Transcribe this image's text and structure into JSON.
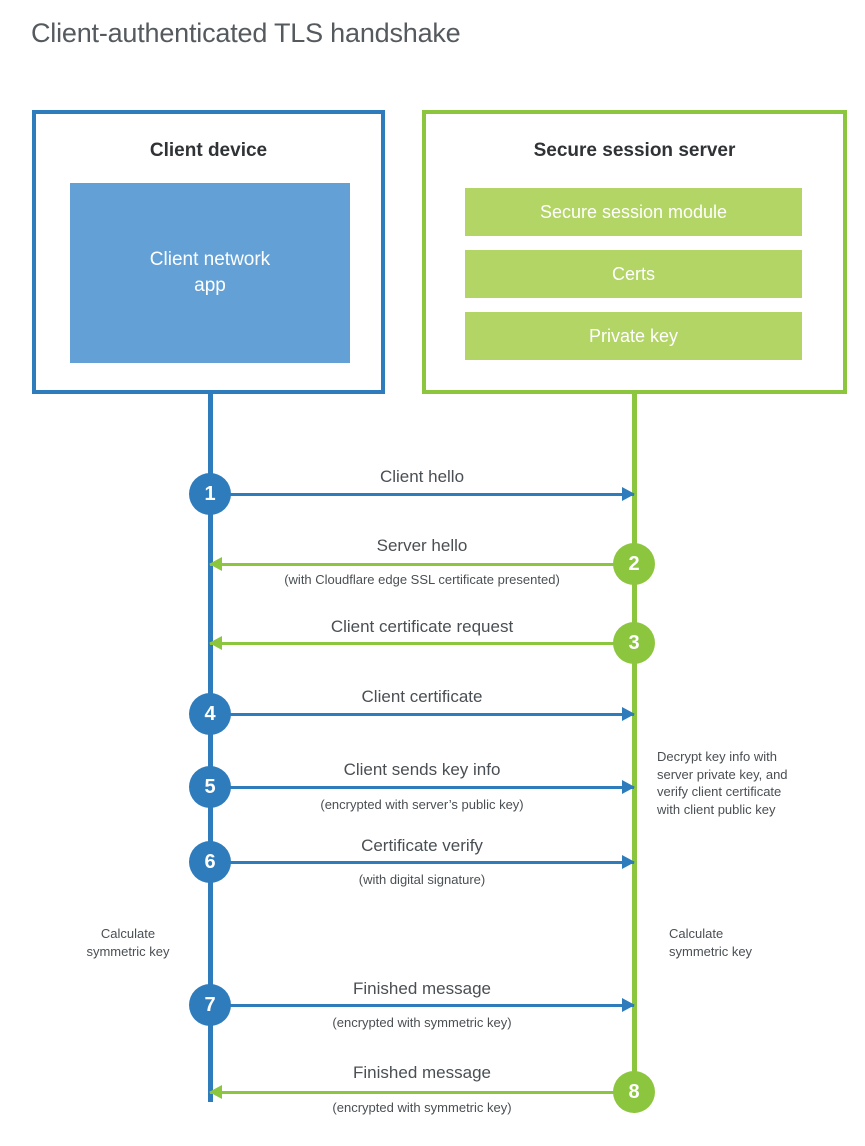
{
  "title": "Client-authenticated TLS handshake",
  "colors": {
    "client_blue": "#2f7cbd",
    "client_app_fill": "#62a0d6",
    "server_green": "#8cc63f",
    "server_bar_fill": "#b3d566",
    "text": "#4a4f53",
    "heading": "#2f3336",
    "title": "#555a5f"
  },
  "client_box": {
    "title": "Client device",
    "app_label": "Client network\napp",
    "app_label_line1": "Client network",
    "app_label_line2": "app"
  },
  "server_box": {
    "title": "Secure session server",
    "items": [
      {
        "label": "Secure session module"
      },
      {
        "label": "Certs"
      },
      {
        "label": "Private key"
      }
    ]
  },
  "steps": [
    {
      "number": "1",
      "side": "client",
      "direction": "right",
      "main": "Client hello",
      "sub": ""
    },
    {
      "number": "2",
      "side": "server",
      "direction": "left",
      "main": "Server hello",
      "sub": "(with Cloudflare edge SSL certificate presented)"
    },
    {
      "number": "3",
      "side": "server",
      "direction": "left",
      "main": "Client certificate request",
      "sub": ""
    },
    {
      "number": "4",
      "side": "client",
      "direction": "right",
      "main": "Client certificate",
      "sub": ""
    },
    {
      "number": "5",
      "side": "client",
      "direction": "right",
      "main": "Client sends key info",
      "sub": "(encrypted with server’s public key)"
    },
    {
      "number": "6",
      "side": "client",
      "direction": "right",
      "main": "Certificate verify",
      "sub": "(with digital signature)"
    },
    {
      "number": "7",
      "side": "client",
      "direction": "right",
      "main": "Finished message",
      "sub": "(encrypted with symmetric key)"
    },
    {
      "number": "8",
      "side": "server",
      "direction": "left",
      "main": "Finished message",
      "sub": "(encrypted with symmetric key)"
    }
  ],
  "notes": {
    "server_decrypt": "Decrypt key info with\nserver private key, and\nverify client certificate\nwith client public key",
    "client_calc": "Calculate\nsymmetric key",
    "server_calc": "Calculate\nsymmetric key"
  }
}
